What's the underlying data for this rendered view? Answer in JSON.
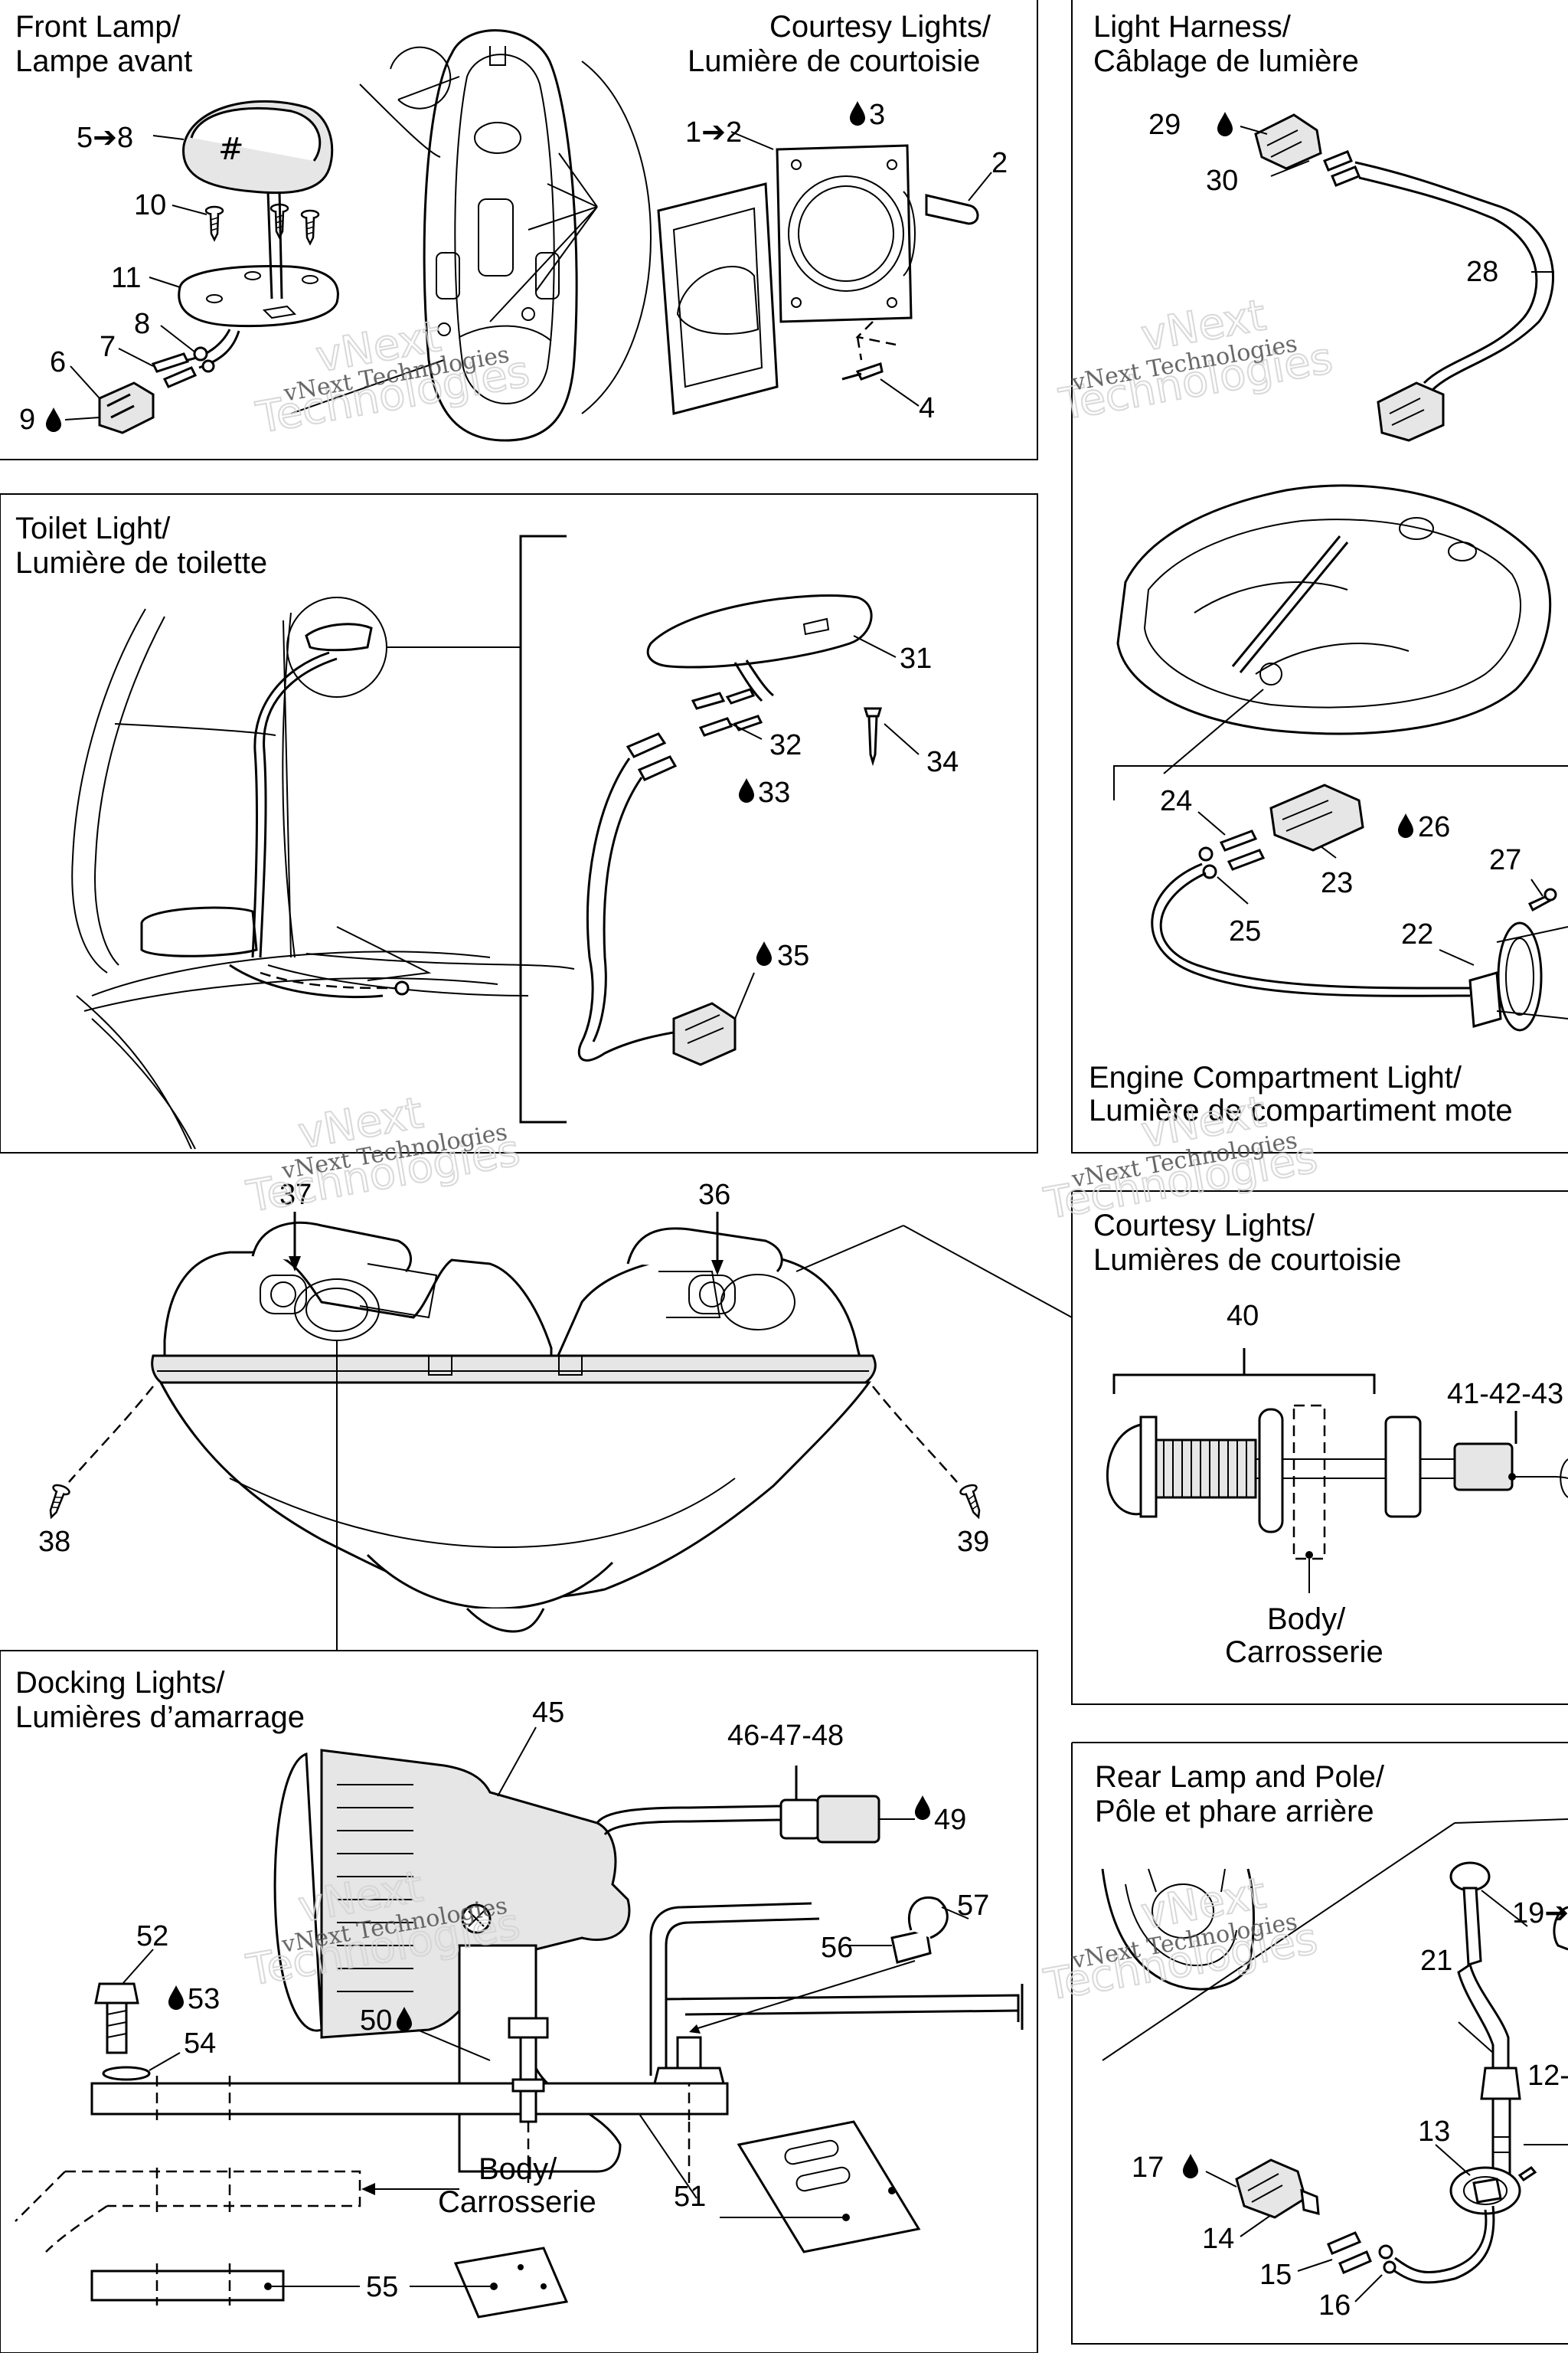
{
  "sections": {
    "front_lamp": [
      "Front Lamp/",
      "Lampe avant"
    ],
    "courtesy_top": [
      "Courtesy Lights/",
      "Lumière de courtoisie"
    ],
    "light_harness": [
      "Light Harness/",
      "Câblage de lumière"
    ],
    "toilet_light": [
      "Toilet Light/",
      "Lumière de toilette"
    ],
    "engine_compartment": [
      "Engine Compartment Light/",
      "Lumière de compartiment mote"
    ],
    "courtesy_right": [
      "Courtesy Lights/",
      "Lumières de courtoisie"
    ],
    "docking_lights": [
      "Docking Lights/",
      "Lumières d’amarrage"
    ],
    "rear_lamp": [
      "Rear Lamp and Pole/",
      "Pôle et phare arrière"
    ]
  },
  "body_label": [
    "Body/",
    "Carrosserie"
  ],
  "watermark": {
    "brand": "vNext Technologies",
    "outline": [
      "vNext",
      "Technologies"
    ]
  },
  "callouts": {
    "c5_8": "5➔8",
    "c10": "10",
    "c11": "11",
    "c8": "8",
    "c7": "7",
    "c6": "6",
    "c9": "9",
    "c1_2": "1➔2",
    "c3": "3",
    "c2": "2",
    "c4": "4",
    "c29": "29",
    "c30": "30",
    "c28": "28",
    "c31": "31",
    "c32": "32",
    "c33": "33",
    "c34": "34",
    "c35": "35",
    "c24": "24",
    "c26": "26",
    "c23": "23",
    "c27": "27",
    "c25": "25",
    "c22": "22",
    "c37": "37",
    "c36": "36",
    "c38": "38",
    "c39": "39",
    "c40": "40",
    "c41_43": "41-42-43",
    "c45": "45",
    "c46_48": "46-47-48",
    "c49": "49",
    "c57": "57",
    "c56": "56",
    "c52": "52",
    "c53": "53",
    "c54": "54",
    "c50": "50",
    "c51": "51",
    "c55": "55",
    "c19": "19➔",
    "c21": "21",
    "c12": "12-",
    "c13": "13",
    "c17": "17",
    "c14": "14",
    "c15": "15",
    "c16": "16"
  },
  "icons": {
    "fluid": "drop-icon"
  }
}
